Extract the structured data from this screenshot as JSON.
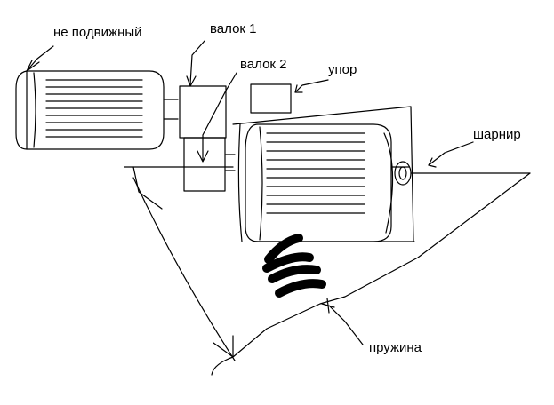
{
  "labels": {
    "fixed_motor": "не подвижный",
    "shaft_1": "валок 1",
    "shaft_2": "валок 2",
    "stop": "упор",
    "hinge": "шарнир",
    "spring": "пружина"
  },
  "colors": {
    "ink": "#000000",
    "background": "#ffffff"
  }
}
